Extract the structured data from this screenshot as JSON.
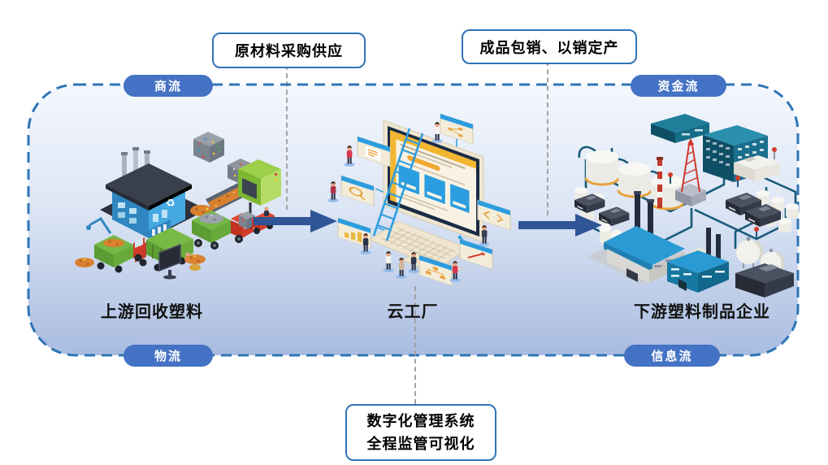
{
  "top_callouts": {
    "procurement": "原材料采购供应",
    "sales": "成品包销、以销定产"
  },
  "bottom_callout": {
    "line1": "数字化管理系统",
    "line2": "全程监管可视化"
  },
  "flow_pills": [
    {
      "label": "商流",
      "position": "top-left"
    },
    {
      "label": "资金流",
      "position": "top-right"
    },
    {
      "label": "物流",
      "position": "bottom-left"
    },
    {
      "label": "信息流",
      "position": "bottom-right"
    }
  ],
  "nodes": [
    {
      "label": "上游回收塑料",
      "illustration": "recycling-plant-isometric"
    },
    {
      "label": "云工厂",
      "illustration": "cloud-factory-workstation-isometric"
    },
    {
      "label": "下游塑料制品企业",
      "illustration": "plastics-factory-complex-isometric"
    }
  ],
  "icons": {
    "recycle": "♻"
  },
  "colors": {
    "pill_blue": "#4472C4",
    "dashed_border_blue": "#2E75B6",
    "arrow_blue": "#2F5597",
    "container_gradient_top": "#F4F7FD",
    "container_gradient_bottom": "#A9BCE0",
    "connector_gray": "#A3A3A3"
  }
}
